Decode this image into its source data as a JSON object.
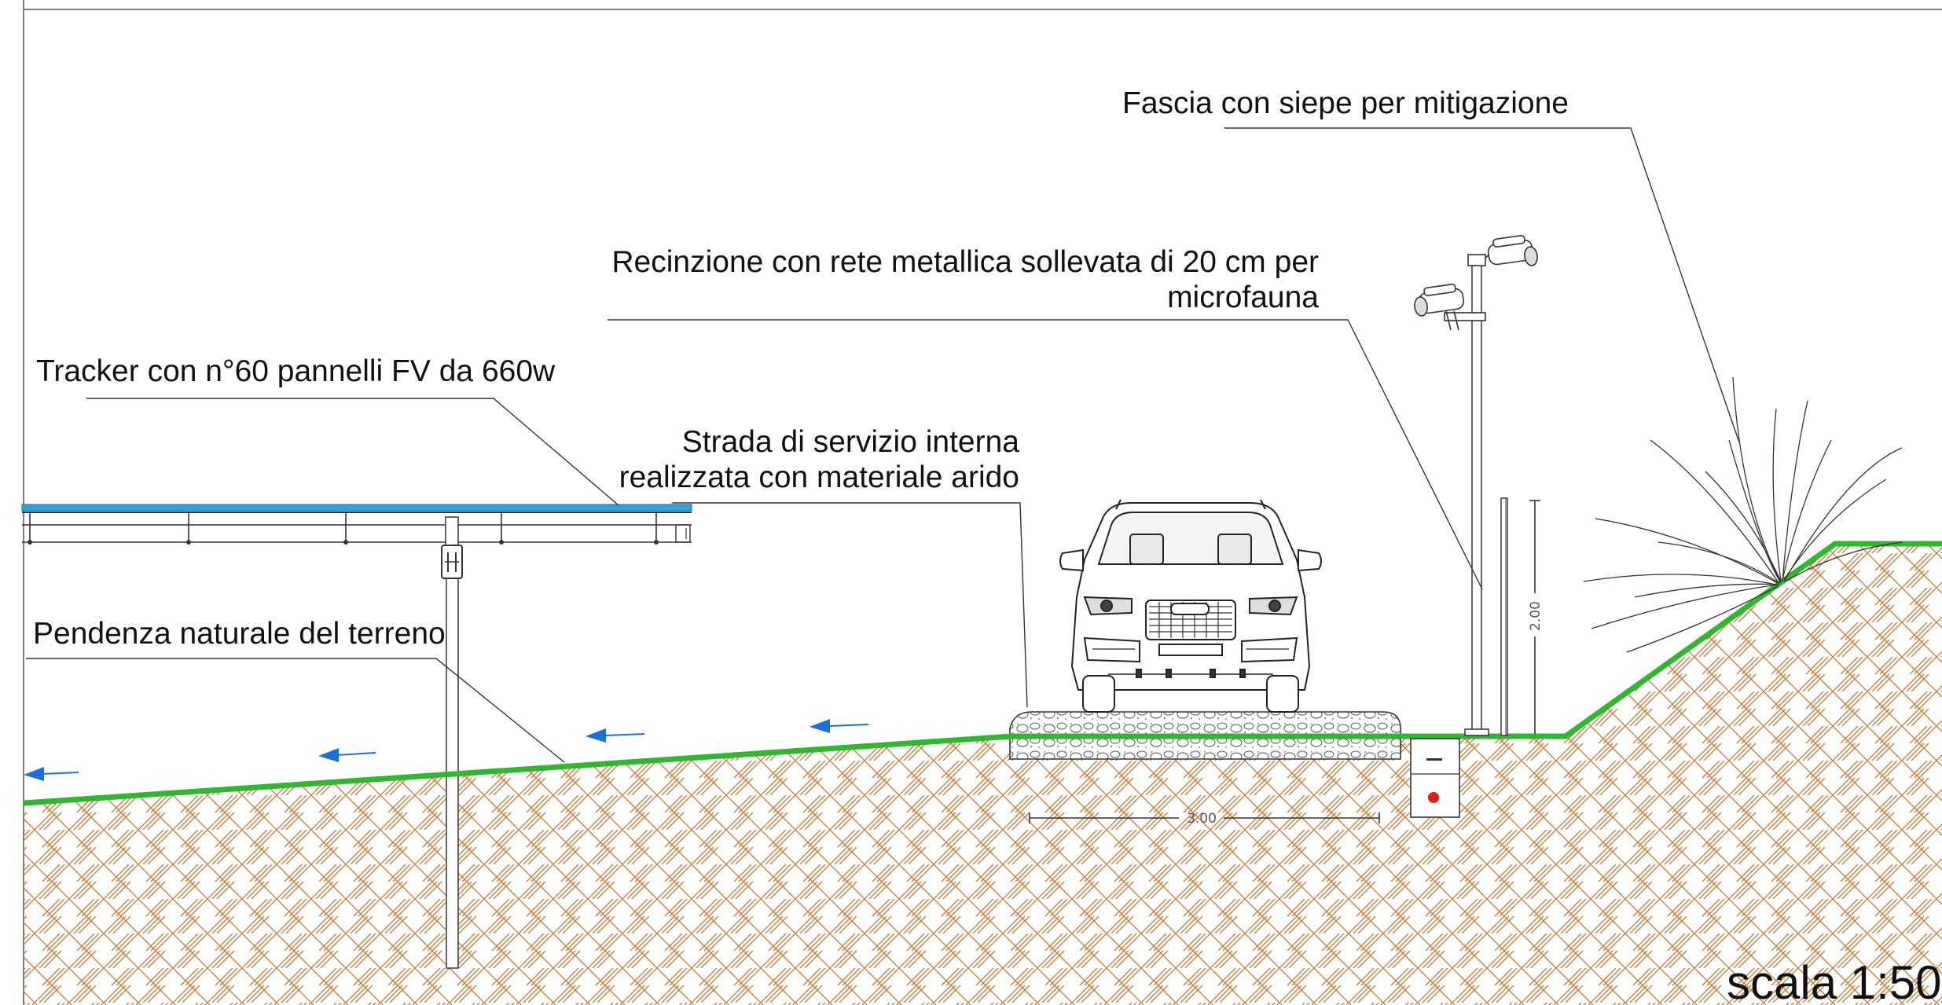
{
  "labels": {
    "fascia": "Fascia con siepe per mitigazione",
    "recinzione_line1": "Recinzione con rete metallica sollevata di 20 cm per",
    "recinzione_line2": "microfauna",
    "tracker": "Tracker con n°60 pannelli FV da 660w",
    "strada_line1": "Strada di servizio interna",
    "strada_line2": "realizzata con materiale arido",
    "pendenza": "Pendenza naturale del terreno"
  },
  "dimensions": {
    "road_width": "3.00",
    "fence_height": "2.00"
  },
  "scale_text": "scala 1:50",
  "colors": {
    "ground_line": "#2db82d",
    "hatch": "#c87a35",
    "panel": "#29a6e0",
    "arrow": "#1a6fe0",
    "marker": "#e01b1b"
  },
  "icons": [
    "flow-arrow-icon",
    "car-icon",
    "cctv-camera-icon",
    "shrub-icon",
    "tracker-motor-icon"
  ]
}
